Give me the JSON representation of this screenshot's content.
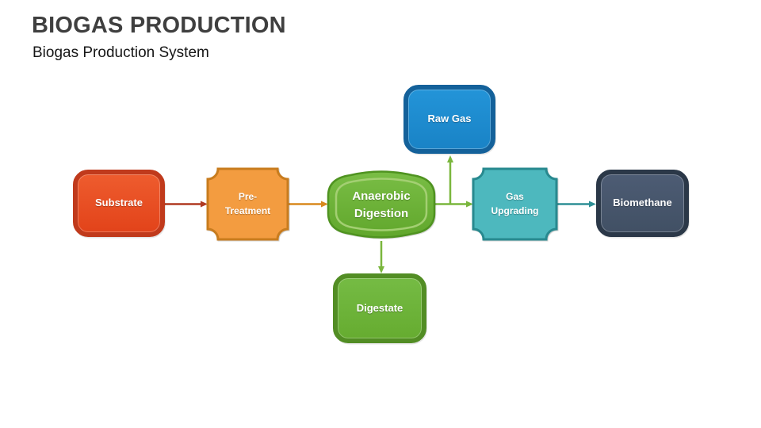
{
  "slide": {
    "title": "BIOGAS PRODUCTION",
    "subtitle": "Biogas Production System"
  },
  "colors": {
    "background": "#FFFFFF",
    "title_text": "#3F3F3F",
    "subtitle_text": "#161616",
    "node_text": "#FFFFFF"
  },
  "diagram": {
    "nodes": [
      {
        "id": "substrate",
        "label": "Substrate",
        "shape": "rounded-rect",
        "fill": "#E64A1F",
        "border": "#C03A1C"
      },
      {
        "id": "pre-treatment",
        "label": "Pre-\nTreatment",
        "shape": "plaque",
        "fill": "#F39C40",
        "border": "#C87C1E"
      },
      {
        "id": "anaerobic-digestion",
        "label": "Anaerobic\nDigestion",
        "shape": "barrel",
        "fill": "#6CB234",
        "border": "#4F9320"
      },
      {
        "id": "raw-gas",
        "label": "Raw Gas",
        "shape": "rounded-rect",
        "fill": "#1E8CD1",
        "border": "#14619A"
      },
      {
        "id": "gas-upgrading",
        "label": "Gas\nUpgrading",
        "shape": "plaque",
        "fill": "#4DB8BE",
        "border": "#28898F"
      },
      {
        "id": "biomethane",
        "label": "Biomethane",
        "shape": "rounded-rect",
        "fill": "#46556B",
        "border": "#2B3848"
      },
      {
        "id": "digestate",
        "label": "Digestate",
        "shape": "rounded-rect",
        "fill": "#6FB63C",
        "border": "#528D24"
      }
    ],
    "connectors": [
      {
        "from": "substrate",
        "to": "pre-treatment",
        "color": "#B03A22"
      },
      {
        "from": "pre-treatment",
        "to": "anaerobic-digestion",
        "color": "#D8891F"
      },
      {
        "from": "anaerobic-digestion",
        "to": "gas-upgrading",
        "color": "#7AB63D"
      },
      {
        "from": "anaerobic-digestion",
        "to": "raw-gas",
        "color": "#7AB63D"
      },
      {
        "from": "gas-upgrading",
        "to": "biomethane",
        "color": "#2E8F96"
      },
      {
        "from": "anaerobic-digestion",
        "to": "digestate",
        "color": "#7AB63D"
      }
    ]
  }
}
